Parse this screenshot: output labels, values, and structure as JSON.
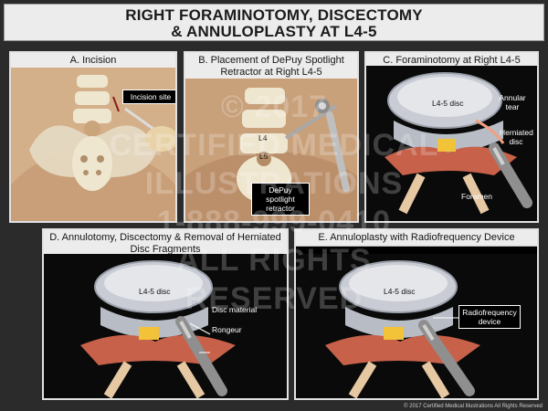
{
  "title": {
    "line1": "RIGHT FORAMINOTOMY, DISCECTOMY",
    "line2": "& ANNULOPLASTY AT L4-5"
  },
  "panels": {
    "a": {
      "title": "A. Incision",
      "labels": {
        "incision_site": "Incision site"
      }
    },
    "b": {
      "title": "B. Placement of DePuy Spotlight Retractor at Right L4-5",
      "labels": {
        "l4": "L4",
        "l5": "L5",
        "retractor": "DePuy spotlight retractor"
      }
    },
    "c": {
      "title": "C. Foraminotomy at Right L4-5",
      "labels": {
        "disc": "L4-5 disc",
        "annular_tear": "Annular tear",
        "herniated_disc": "Herniated disc",
        "foramen": "Foramen"
      }
    },
    "d": {
      "title": "D. Annulotomy, Discectomy & Removal of Herniated Disc Fragments",
      "labels": {
        "disc": "L4-5 disc",
        "disc_material": "Disc material",
        "rongeur": "Rongeur"
      }
    },
    "e": {
      "title": "E. Annuloplasty with Radiofrequency Device",
      "labels": {
        "disc": "L4-5 disc",
        "rf_device": "Radiofrequency device"
      }
    }
  },
  "watermark": {
    "line1": "© 2017",
    "line2": "CERTIFIED MEDICAL",
    "line3": "ILLUSTRATIONS",
    "line4": "1-888-999-0410",
    "line5": "ALL RIGHTS",
    "line6": "RESERVED"
  },
  "copyright": "© 2017 Certified Medical Illustrations All Rights Reserved",
  "colors": {
    "background": "#2b2b2b",
    "title_bg": "#ececec",
    "skin": "#d9b58e",
    "bone": "#efe6cf",
    "disc": "#c9ccd4",
    "nerve": "#f2c238",
    "muscle": "#c7614a"
  }
}
